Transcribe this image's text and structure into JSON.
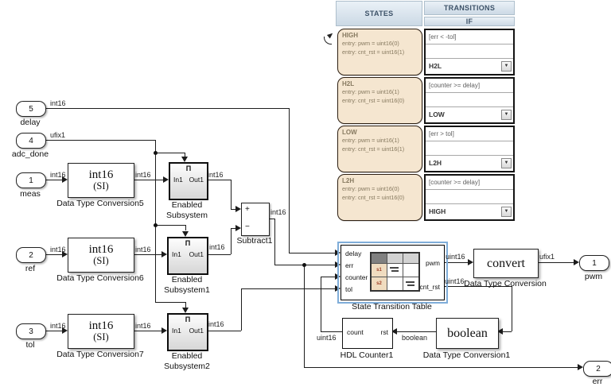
{
  "diagram": {
    "ports_in": [
      {
        "num": "5",
        "label": "delay",
        "type": "int16"
      },
      {
        "num": "4",
        "label": "adc_done",
        "type": "ufix1"
      },
      {
        "num": "1",
        "label": "meas",
        "type": "int16"
      },
      {
        "num": "2",
        "label": "ref",
        "type": "int16"
      },
      {
        "num": "3",
        "label": "tol",
        "type": "int16"
      }
    ],
    "conversions": [
      {
        "top": "int16",
        "bottom": "(SI)",
        "label": "Data Type Conversion5",
        "out_type": "int16"
      },
      {
        "top": "int16",
        "bottom": "(SI)",
        "label": "Data Type Conversion6",
        "out_type": "int16"
      },
      {
        "top": "int16",
        "bottom": "(SI)",
        "label": "Data Type Conversion7",
        "out_type": "int16"
      }
    ],
    "subsystems": [
      {
        "enable": "Π",
        "in1": "In1",
        "out1": "Out1",
        "name1": "Enabled",
        "name2": "Subsystem",
        "out_type": "int16"
      },
      {
        "enable": "Π",
        "in1": "In1",
        "out1": "Out1",
        "name1": "Enabled",
        "name2": "Subsystem1",
        "out_type": "int16"
      },
      {
        "enable": "Π",
        "in1": "In1",
        "out1": "Out1",
        "name1": "Enabled",
        "name2": "Subsystem2",
        "out_type": "int16"
      }
    ],
    "subtract": {
      "plus": "+",
      "minus": "−",
      "label": "Subtract1",
      "out_type": "int16"
    },
    "stt": {
      "label": "State Transition Table",
      "in_delay": "delay",
      "in_err": "err",
      "in_counter": "counter",
      "in_tol": "tol",
      "out_pwm": "pwm",
      "out_cnt": "cnt_rst",
      "pwm_type": "uint16",
      "cnt_type": "uint16",
      "icon_s1": "s1",
      "icon_s2": "s2"
    },
    "convert": {
      "text": "convert",
      "label": "Data Type Conversion",
      "out_type": "ufix1"
    },
    "boolean": {
      "text": "boolean",
      "label": "Data Type Conversion1",
      "out_type": "boolean"
    },
    "hdl": {
      "count": "count",
      "rst": "rst",
      "label": "HDL Counter1",
      "out_type": "uint16"
    },
    "ports_out": [
      {
        "num": "1",
        "label": "pwm"
      },
      {
        "num": "2",
        "label": "err"
      }
    ]
  },
  "table": {
    "headers": {
      "states": "STATES",
      "transitions": "TRANSITIONS",
      "iff": "IF"
    },
    "groups": [
      {
        "name": "HIGH",
        "e1": "entry: pwm = uint16(0)",
        "e2": "entry: cnt_rst = uint16(1)",
        "cond": "[err < -tol]",
        "next": "H2L"
      },
      {
        "name": "H2L",
        "e1": "entry: pwm = uint16(1)",
        "e2": "entry: cnt_rst = uint16(0)",
        "cond": "[counter >= delay]",
        "next": "LOW"
      },
      {
        "name": "LOW",
        "e1": "entry: pwm = uint16(1)",
        "e2": "entry: cnt_rst = uint16(1)",
        "cond": "[err > tol]",
        "next": "L2H"
      },
      {
        "name": "L2H",
        "e1": "entry: pwm = uint16(0)",
        "e2": "entry: cnt_rst = uint16(0)",
        "cond": "[counter >= delay]",
        "next": "HIGH"
      }
    ],
    "dropdown_glyph": "▼"
  },
  "colors": {
    "state_fill": "#f5e6d0",
    "state_border": "#2e2013",
    "header_text": "#3d5268",
    "selection": "#7fadd9"
  }
}
